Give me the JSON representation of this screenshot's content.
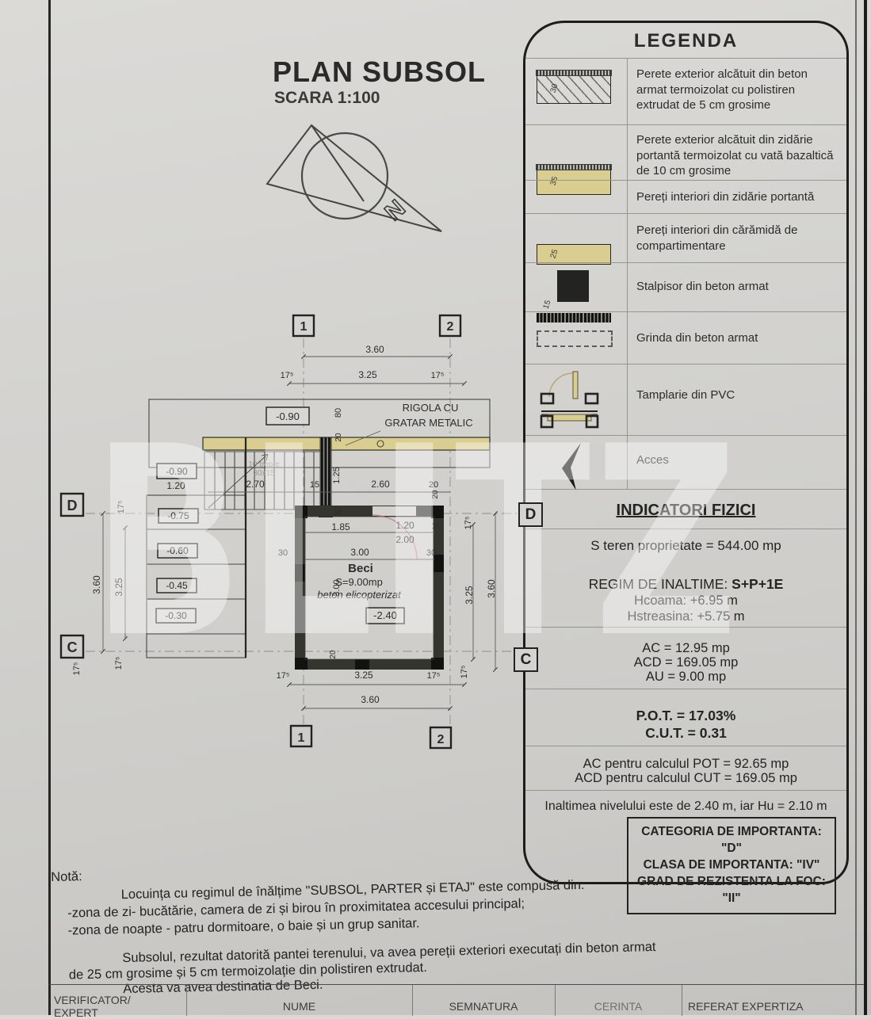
{
  "watermark": "BLITZ",
  "colors": {
    "paper": "#d4d3d0",
    "tan_wall": "#d9cd8f",
    "ink": "#1e1e1c"
  },
  "title": {
    "main": "PLAN SUBSOL",
    "scale": "SCARA 1:100",
    "north": "N"
  },
  "legend": {
    "title": "LEGENDA",
    "items": [
      {
        "label": "30",
        "text": "Perete exterior alcătuit din beton armat termoizolat cu polistiren extrudat de 5 cm grosime"
      },
      {
        "label": "35",
        "text": "Perete exterior alcătuit din zidărie portantă termoizolat cu vată bazaltică de 10 cm grosime"
      },
      {
        "label": "25",
        "text": "Pereți interiori din zidărie portantă"
      },
      {
        "label": "15",
        "text": "Pereți interiori din cărămidă de compartimentare"
      },
      {
        "label": "",
        "text": "Stalpisor din beton armat"
      },
      {
        "label": "",
        "text": "Grinda din beton armat"
      },
      {
        "label": "",
        "text": "Tamplarie din PVC"
      },
      {
        "label": "",
        "text": "Acces"
      }
    ]
  },
  "indicators": {
    "title": "INDICATORI FIZICI",
    "s_teren": "S teren proprietate = 544.00 mp",
    "regim_label": "REGIM DE INALTIME: ",
    "regim_value": "S+P+1E",
    "hcoama": "Hcoama: +6.95 m",
    "hstreasina": "Hstreasina: +5.75 m",
    "ac": "AC = 12.95 mp",
    "acd": "ACD = 169.05 mp",
    "au": "AU  = 9.00 mp",
    "pot": "P.O.T. = 17.03%",
    "cut": "C.U.T. = 0.31",
    "ac_pot": "AC pentru calculul POT = 92.65 mp",
    "acd_cut": "ACD pentru calculul CUT = 169.05 mp",
    "inaltime": "Inaltimea nivelului este de 2.40 m, iar Hu = 2.10 m",
    "categoria": "CATEGORIA DE IMPORTANTA: \"D\"",
    "clasa": "CLASA DE IMPORTANTA: \"IV\"",
    "grad": "GRAD DE REZISTENTA LA FOC: \"II\""
  },
  "plan": {
    "axes": {
      "a1": "1",
      "a2": "2",
      "aD": "D",
      "aC": "C"
    },
    "dims": {
      "d360": "3.60",
      "d325": "3.25",
      "d175": "17⁵",
      "d270": "2.70",
      "d15": "15",
      "d260": "2.60",
      "d20": "20",
      "d80": "80",
      "d125": "1.25",
      "d120": "1.20",
      "d185": "1.85",
      "d200": "2.00",
      "d300": "3.00",
      "d30": "30"
    },
    "levels": {
      "l090": "-0.90",
      "l120": "1.20",
      "l075": "-0.75",
      "l060": "-0.60",
      "l045": "-0.45",
      "l030": "-0.30",
      "l240": "-2.40"
    },
    "texts": {
      "rigola1": "RIGOLA CU",
      "rigola2": "GRATAR METALIC",
      "beci": "Beci",
      "beciS": "S=9.00mp",
      "beciFinish": "beton elicopterizat",
      "trepte1": "10 trepte",
      "trepte2": "30x15"
    }
  },
  "notes": {
    "label": "Notă:",
    "l1": "Locuința cu regimul de înălțime \"SUBSOL, PARTER și ETAJ\" este compusă din:",
    "l2": "-zona de zi-  bucătărie, camera de zi și birou în proximitatea accesului principal;",
    "l3": "-zona de noapte - patru dormitoare, o baie și un grup sanitar.",
    "l4": "Subsolul, rezultat datorită pantei terenului, va avea pereții exteriori executați din beton armat",
    "l5": "de 25 cm grosime și 5 cm termoizolație din polistiren extrudat.",
    "l6": "Acesta va avea destinatia de Beci."
  },
  "table": {
    "col1a": "VERIFICATOR/",
    "col1b": "EXPERT",
    "nume": "NUME",
    "semnatura": "SEMNATURA",
    "cerinta": "CERINTA",
    "referat": "REFERAT EXPERTIZA"
  }
}
